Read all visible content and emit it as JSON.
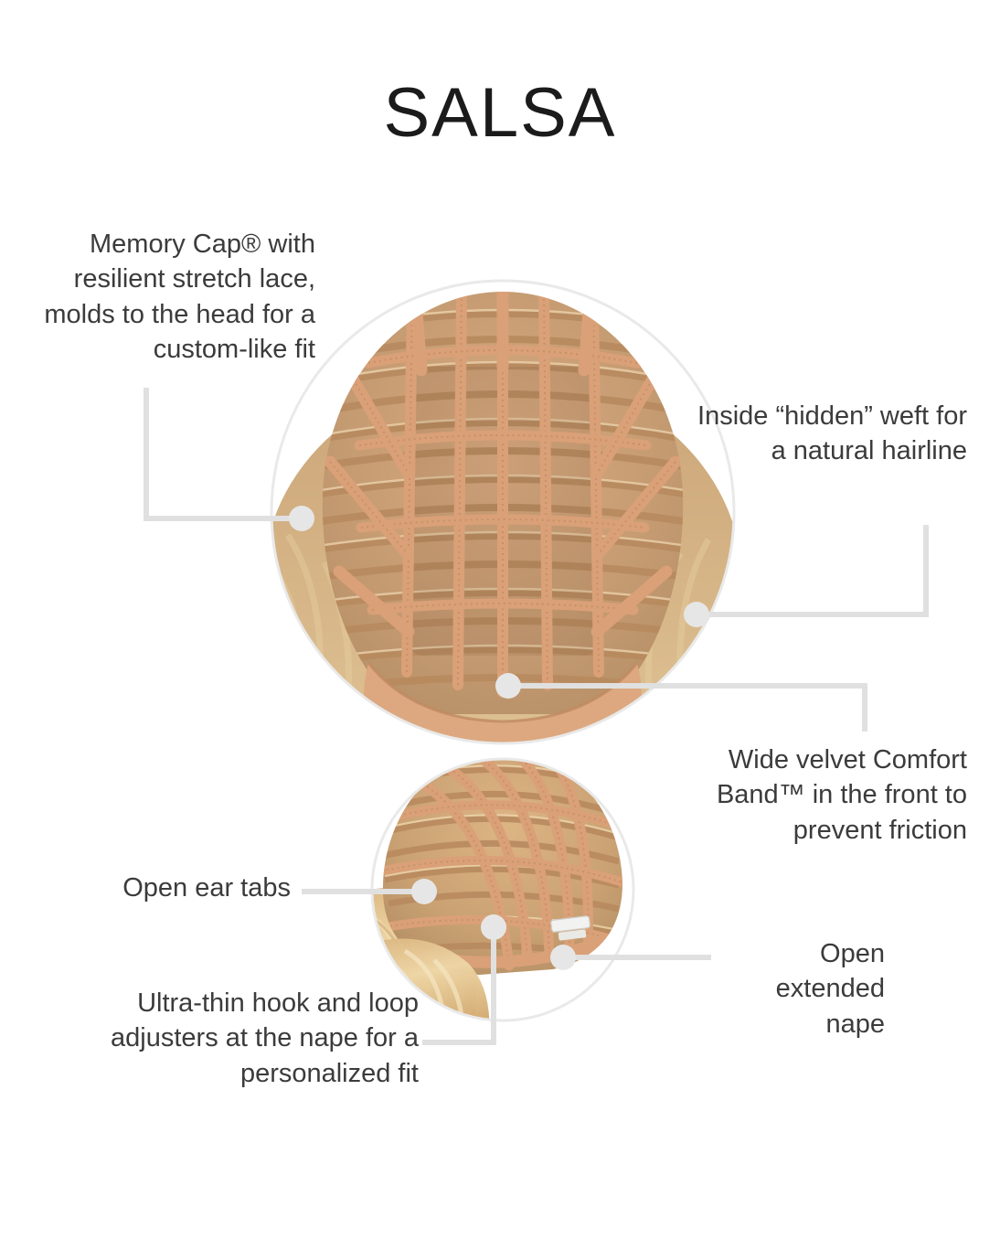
{
  "page": {
    "title": "SALSA",
    "background_color": "#ffffff",
    "text_color": "#3b3b3b",
    "title_color": "#1b1b1b",
    "leader_color": "#dedede",
    "cap_lace_color": "#d79e7c",
    "cap_hair_color": "#c9a071"
  },
  "callouts": [
    {
      "id": "memory-cap",
      "text": "Memory Cap® with resilient stretch lace, molds to the head for a custom-like fit",
      "align": "right"
    },
    {
      "id": "hidden-weft",
      "text": "Inside “hidden” weft for a natural hairline",
      "align": "right"
    },
    {
      "id": "comfort-band",
      "text": "Wide velvet Comfort Band™ in the front to prevent friction",
      "align": "right"
    },
    {
      "id": "ear-tabs",
      "text": "Open ear tabs",
      "align": "right"
    },
    {
      "id": "hook-loop",
      "text": "Ultra-thin hook and loop adjusters at the nape for a personalized fit",
      "align": "right"
    },
    {
      "id": "extended-nape",
      "text": "Open extended nape",
      "align": "right"
    }
  ],
  "images": {
    "cap_top": {
      "caption": "wig-cap-interior-top-view",
      "shape": "circle"
    },
    "cap_nape": {
      "caption": "wig-cap-nape-back-view",
      "shape": "circle"
    }
  }
}
